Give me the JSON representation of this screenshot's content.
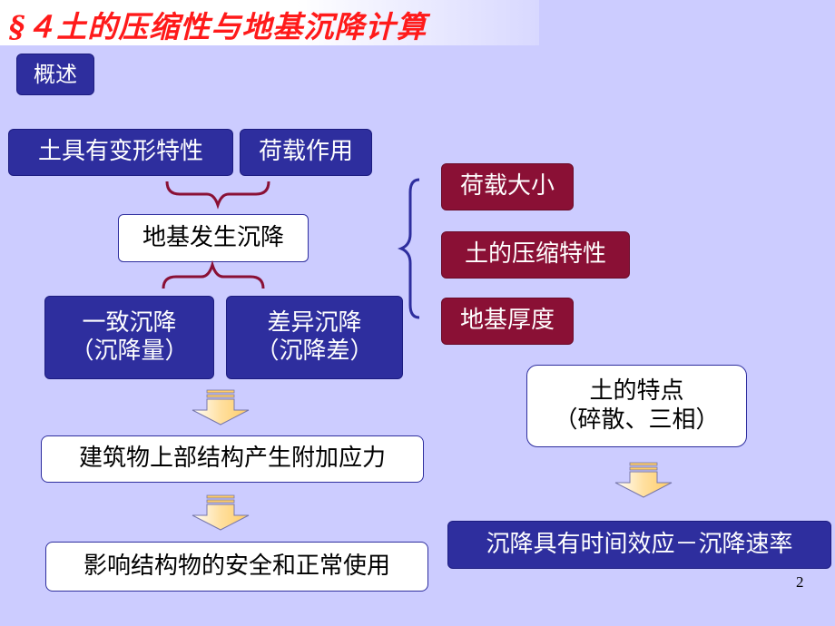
{
  "title": "§４土的压缩性与地基沉降计算",
  "section_label": "概述",
  "factors": {
    "deformation": "土具有变形特性",
    "load": "荷载作用"
  },
  "settlement": "地基发生沉降",
  "uniform": {
    "line1": "一致沉降",
    "line2": "（沉降量）"
  },
  "differential": {
    "line1": "差异沉降",
    "line2": "（沉降差）"
  },
  "influences": {
    "load_size": "荷载大小",
    "compressibility": "土的压缩特性",
    "thickness": "地基厚度"
  },
  "stress": "建筑物上部结构产生附加应力",
  "safety": "影响结构物的安全和正常使用",
  "soil": {
    "line1": "土的特点",
    "line2": "（碎散、三相）"
  },
  "time_effect": "沉降具有时间效应－沉降速率",
  "page_number": "2",
  "colors": {
    "blue_box": "#2e2e9e",
    "red_box": "#8a1035",
    "background": "#ccccff",
    "title": "#ff1a1a",
    "arrow": "#ffcc66"
  }
}
